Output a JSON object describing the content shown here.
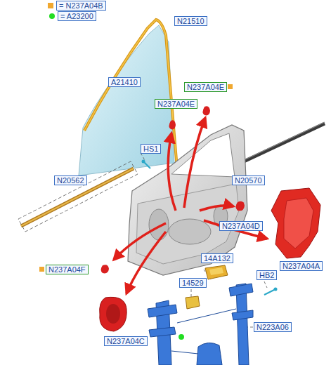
{
  "diagram": {
    "nodes": [
      {
        "text": [
          "N21510"
        ]
      },
      {
        "text": [
          "A21410"
        ]
      },
      {
        "text": [
          "N237A04E"
        ]
      },
      {
        "text": [
          "N237A04E"
        ]
      },
      {
        "text": [
          "HS1"
        ]
      },
      {
        "text": [
          "N20562"
        ]
      },
      {
        "text": [
          "N20570"
        ]
      },
      {
        "text": [
          "N237A04D"
        ]
      },
      {
        "text": [
          "14A132"
        ]
      },
      {
        "text": [
          "N237A04A"
        ]
      },
      {
        "text": [
          "N237A04F"
        ]
      },
      {
        "text": [
          "HB2"
        ]
      },
      {
        "text": [
          "14529"
        ]
      },
      {
        "text": [
          "N223A06"
        ]
      },
      {
        "text": [
          "N237A04C"
        ]
      }
    ],
    "legend": [
      {
        "text": "= N237A04B",
        "color": "#f0a830"
      },
      {
        "text": "= A23200",
        "color": "#22dd22"
      }
    ]
  }
}
